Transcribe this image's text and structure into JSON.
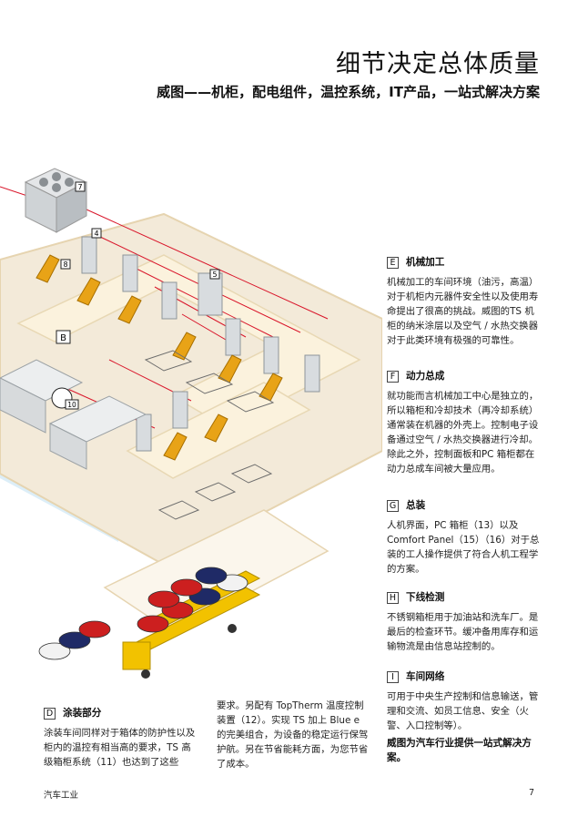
{
  "header": {
    "title": "细节决定总体质量",
    "subtitle": "威图——机柜，配电组件，温控系统，IT产品，一站式解决方案"
  },
  "illustration": {
    "labels": [
      "7",
      "4",
      "8",
      "5",
      "B",
      "10"
    ],
    "colors": {
      "floor": "#f3ead9",
      "floor_border": "#e6d4b0",
      "lane": "#fbf2dd",
      "cable": "#d9152a",
      "robot": "#e8a317",
      "cabinet": "#d8dcdf",
      "car_red": "#cc1f1f",
      "car_blue": "#1f2a66",
      "car_white": "#f2f2f2",
      "truck": "#f2c200",
      "water": "#dceef8"
    }
  },
  "sections": {
    "E": {
      "letter": "E",
      "title": "机械加工",
      "body": "机械加工的车间环境（油污，高温）对于机柜内元器件安全性以及使用寿命提出了很高的挑战。威图的TS 机柜的纳米涂层以及空气 / 水热交换器对于此类环境有极强的可靠性。"
    },
    "F": {
      "letter": "F",
      "title": "动力总成",
      "body": "就功能而言机械加工中心是独立的，所以箱柜和冷却技术（再冷却系统）通常装在机器的外壳上。控制电子设备通过空气 / 水热交换器进行冷却。除此之外，控制面板和PC 箱柜都在动力总成车间被大量应用。"
    },
    "G": {
      "letter": "G",
      "title": "总装",
      "body": "人机界面，PC 箱柜（13）以及Comfort Panel（15）（16）对于总装的工人操作提供了符合人机工程学的方案。"
    },
    "H": {
      "letter": "H",
      "title": "下线检测",
      "body": "不锈钢箱柜用于加油站和洗车厂。是最后的检查环节。缓冲备用库存和运输物流是由信息站控制的。"
    },
    "I": {
      "letter": "I",
      "title": "车间网络",
      "body": "可用于中央生产控制和信息输送，管理和交流、如员工信息、安全（火警、入口控制等）。"
    },
    "D": {
      "letter": "D",
      "title": "涂装部分",
      "body": "涂装车间同样对于箱体的防护性以及柜内的温控有相当高的要求，TS 高级箱柜系统（11）也达到了这些"
    },
    "D_continued": "要求。另配有 TopTherm 温度控制装置（12）。实现 TS 加上 Blue e 的完美组合，为设备的稳定运行保驾护航。另在节省能耗方面，为您节省了成本。"
  },
  "conclusion": "威图为汽车行业提供一站式解决方案。",
  "footer": {
    "label": "汽车工业",
    "page": "7"
  }
}
